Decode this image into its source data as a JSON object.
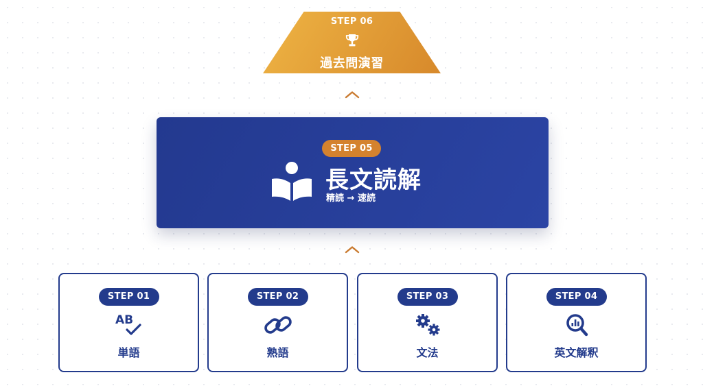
{
  "colors": {
    "navy": "#233b8c",
    "orange": "#d4822e",
    "gold": "#eeb444",
    "white": "#ffffff"
  },
  "icons": {
    "step06": "trophy-icon",
    "step05": "reader-book-icon",
    "step01": "ab-check-icon",
    "step02": "link-icon",
    "step03": "gears-icon",
    "step04": "magnifier-chart-icon",
    "connector": "chevron-up-icon"
  },
  "step06": {
    "step": "STEP 06",
    "title": "過去問演習"
  },
  "step05": {
    "step": "STEP 05",
    "title": "長文読解",
    "subtitle": "精読 → 速読"
  },
  "foundation": [
    {
      "step": "STEP 01",
      "label": "単語"
    },
    {
      "step": "STEP 02",
      "label": "熟語"
    },
    {
      "step": "STEP 03",
      "label": "文法"
    },
    {
      "step": "STEP 04",
      "label": "英文解釈"
    }
  ]
}
